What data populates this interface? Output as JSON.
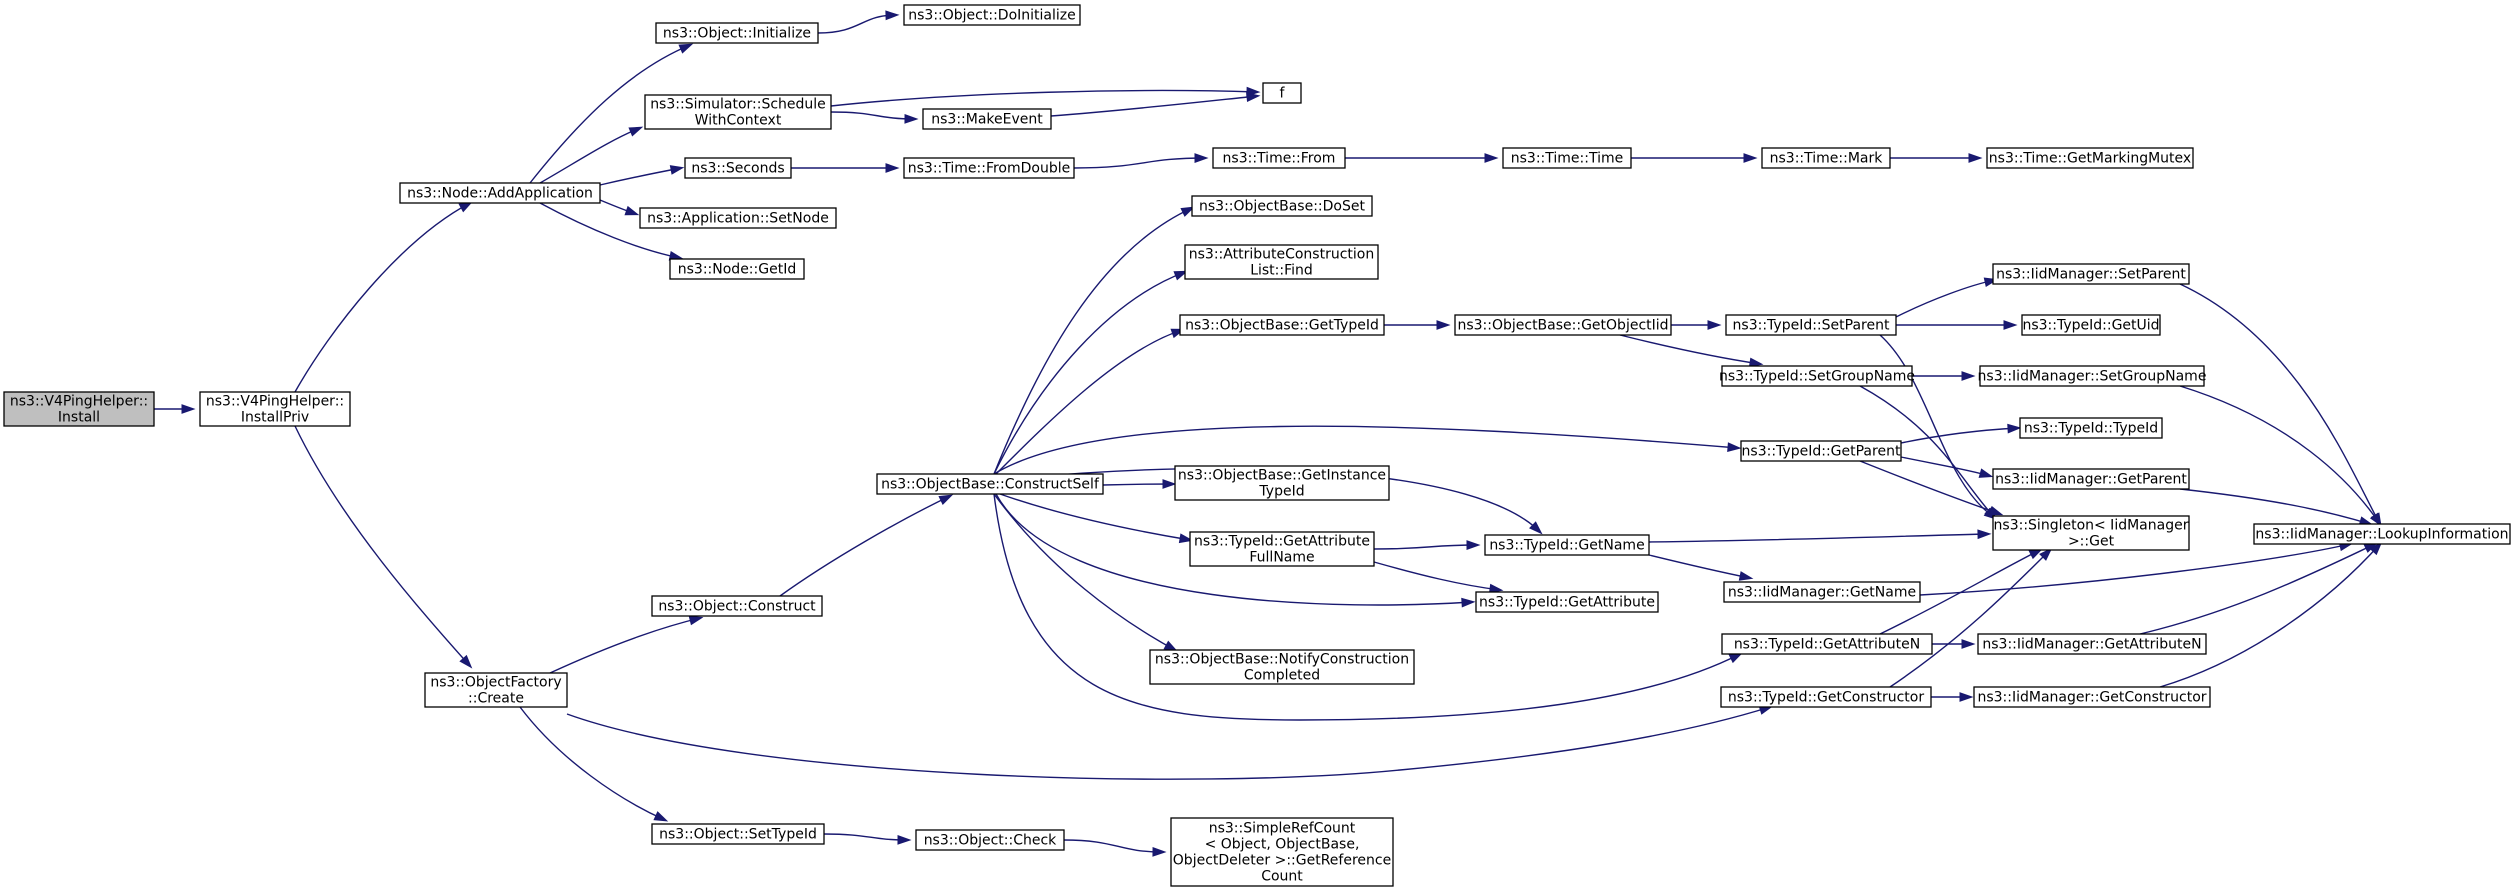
{
  "diagram": {
    "type": "call-graph",
    "nodes": [
      {
        "id": "n0",
        "lines": [
          "ns3::V4PingHelper::",
          "Install"
        ],
        "root": true
      },
      {
        "id": "n1",
        "lines": [
          "ns3::V4PingHelper::",
          "InstallPriv"
        ]
      },
      {
        "id": "n2",
        "lines": [
          "ns3::Node::AddApplication"
        ]
      },
      {
        "id": "n3",
        "lines": [
          "ns3::ObjectFactory",
          "::Create"
        ]
      },
      {
        "id": "n4",
        "lines": [
          "ns3::Object::Initialize"
        ]
      },
      {
        "id": "n5",
        "lines": [
          "ns3::Simulator::Schedule",
          "WithContext"
        ]
      },
      {
        "id": "n6",
        "lines": [
          "ns3::Seconds"
        ]
      },
      {
        "id": "n7",
        "lines": [
          "ns3::Application::SetNode"
        ]
      },
      {
        "id": "n8",
        "lines": [
          "ns3::Node::GetId"
        ]
      },
      {
        "id": "n9",
        "lines": [
          "ns3::Object::DoInitialize"
        ]
      },
      {
        "id": "n10",
        "lines": [
          "f"
        ]
      },
      {
        "id": "n11",
        "lines": [
          "ns3::MakeEvent"
        ]
      },
      {
        "id": "n12",
        "lines": [
          "ns3::Time::FromDouble"
        ]
      },
      {
        "id": "n13",
        "lines": [
          "ns3::Time::From"
        ]
      },
      {
        "id": "n14",
        "lines": [
          "ns3::Time::Time"
        ]
      },
      {
        "id": "n15",
        "lines": [
          "ns3::Time::Mark"
        ]
      },
      {
        "id": "n16",
        "lines": [
          "ns3::Time::GetMarkingMutex"
        ]
      },
      {
        "id": "n17",
        "lines": [
          "ns3::Object::Construct"
        ]
      },
      {
        "id": "n18",
        "lines": [
          "ns3::Object::SetTypeId"
        ]
      },
      {
        "id": "n19",
        "lines": [
          "ns3::TypeId::GetConstructor"
        ]
      },
      {
        "id": "n20",
        "lines": [
          "ns3::ObjectBase::ConstructSelf"
        ]
      },
      {
        "id": "n21",
        "lines": [
          "ns3::Object::Check"
        ]
      },
      {
        "id": "n22",
        "lines": [
          "ns3::SimpleRefCount",
          "< Object, ObjectBase,",
          "ObjectDeleter >::GetReference",
          "Count"
        ]
      },
      {
        "id": "n23",
        "lines": [
          "ns3::ObjectBase::DoSet"
        ]
      },
      {
        "id": "n24",
        "lines": [
          "ns3::AttributeConstruction",
          "List::Find"
        ]
      },
      {
        "id": "n25",
        "lines": [
          "ns3::ObjectBase::GetTypeId"
        ]
      },
      {
        "id": "n26",
        "lines": [
          "ns3::ObjectBase::GetInstance",
          "TypeId"
        ]
      },
      {
        "id": "n27",
        "lines": [
          "ns3::TypeId::GetAttribute",
          "FullName"
        ]
      },
      {
        "id": "n28",
        "lines": [
          "ns3::ObjectBase::NotifyConstruction",
          "Completed"
        ]
      },
      {
        "id": "n29",
        "lines": [
          "ns3::ObjectBase::GetObjectIid"
        ]
      },
      {
        "id": "n30",
        "lines": [
          "ns3::TypeId::GetName"
        ]
      },
      {
        "id": "n31",
        "lines": [
          "ns3::TypeId::GetAttribute"
        ]
      },
      {
        "id": "n32",
        "lines": [
          "ns3::TypeId::SetParent"
        ]
      },
      {
        "id": "n33",
        "lines": [
          "ns3::TypeId::SetGroupName"
        ]
      },
      {
        "id": "n34",
        "lines": [
          "ns3::TypeId::GetParent"
        ]
      },
      {
        "id": "n35",
        "lines": [
          "ns3::IidManager::GetName"
        ]
      },
      {
        "id": "n36",
        "lines": [
          "ns3::TypeId::GetAttributeN"
        ]
      },
      {
        "id": "n37",
        "lines": [
          "ns3::IidManager::SetParent"
        ]
      },
      {
        "id": "n38",
        "lines": [
          "ns3::TypeId::GetUid"
        ]
      },
      {
        "id": "n39",
        "lines": [
          "ns3::IidManager::SetGroupName"
        ]
      },
      {
        "id": "n40",
        "lines": [
          "ns3::TypeId::TypeId"
        ]
      },
      {
        "id": "n41",
        "lines": [
          "ns3::IidManager::GetParent"
        ]
      },
      {
        "id": "n42",
        "lines": [
          "ns3::Singleton< IidManager",
          ">::Get"
        ]
      },
      {
        "id": "n43",
        "lines": [
          "ns3::IidManager::GetAttributeN"
        ]
      },
      {
        "id": "n44",
        "lines": [
          "ns3::IidManager::GetConstructor"
        ]
      },
      {
        "id": "n45",
        "lines": [
          "ns3::IidManager::LookupInformation"
        ]
      }
    ],
    "edges": [
      [
        "n0",
        "n1"
      ],
      [
        "n1",
        "n2"
      ],
      [
        "n1",
        "n3"
      ],
      [
        "n2",
        "n4"
      ],
      [
        "n2",
        "n5"
      ],
      [
        "n2",
        "n6"
      ],
      [
        "n2",
        "n7"
      ],
      [
        "n2",
        "n8"
      ],
      [
        "n4",
        "n9"
      ],
      [
        "n5",
        "n10"
      ],
      [
        "n5",
        "n11"
      ],
      [
        "n11",
        "n10"
      ],
      [
        "n6",
        "n12"
      ],
      [
        "n12",
        "n13"
      ],
      [
        "n13",
        "n14"
      ],
      [
        "n14",
        "n15"
      ],
      [
        "n15",
        "n16"
      ],
      [
        "n3",
        "n17"
      ],
      [
        "n3",
        "n18"
      ],
      [
        "n3",
        "n19"
      ],
      [
        "n17",
        "n20"
      ],
      [
        "n18",
        "n21"
      ],
      [
        "n21",
        "n22"
      ],
      [
        "n20",
        "n23"
      ],
      [
        "n20",
        "n24"
      ],
      [
        "n20",
        "n25"
      ],
      [
        "n20",
        "n34"
      ],
      [
        "n20",
        "n30"
      ],
      [
        "n20",
        "n26"
      ],
      [
        "n20",
        "n27"
      ],
      [
        "n20",
        "n31"
      ],
      [
        "n20",
        "n28"
      ],
      [
        "n20",
        "n36"
      ],
      [
        "n25",
        "n29"
      ],
      [
        "n29",
        "n32"
      ],
      [
        "n29",
        "n33"
      ],
      [
        "n32",
        "n37"
      ],
      [
        "n32",
        "n38"
      ],
      [
        "n32",
        "n42"
      ],
      [
        "n33",
        "n39"
      ],
      [
        "n33",
        "n42"
      ],
      [
        "n34",
        "n40"
      ],
      [
        "n34",
        "n41"
      ],
      [
        "n34",
        "n42"
      ],
      [
        "n27",
        "n30"
      ],
      [
        "n27",
        "n31"
      ],
      [
        "n30",
        "n42"
      ],
      [
        "n30",
        "n35"
      ],
      [
        "n35",
        "n45"
      ],
      [
        "n36",
        "n43"
      ],
      [
        "n36",
        "n42"
      ],
      [
        "n19",
        "n44"
      ],
      [
        "n19",
        "n42"
      ],
      [
        "n37",
        "n45"
      ],
      [
        "n39",
        "n45"
      ],
      [
        "n41",
        "n45"
      ],
      [
        "n43",
        "n45"
      ],
      [
        "n44",
        "n45"
      ]
    ]
  }
}
